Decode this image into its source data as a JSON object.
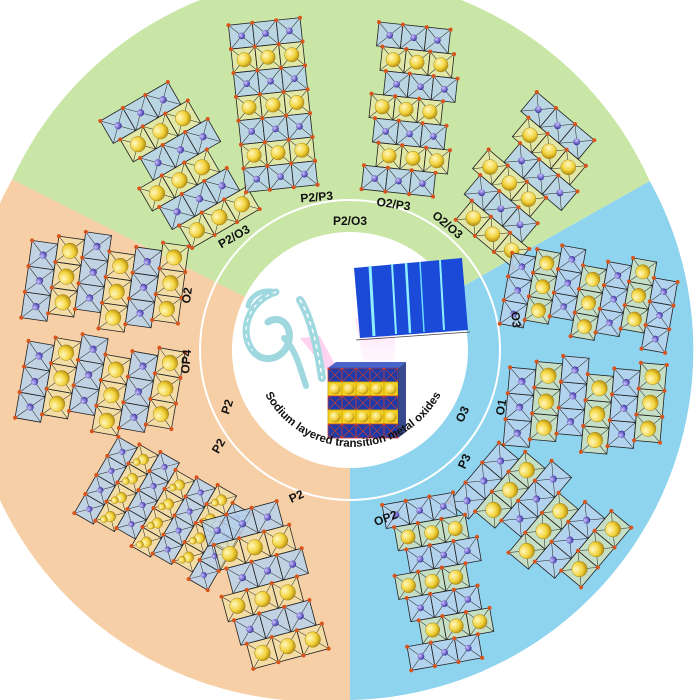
{
  "center_title": "Sodium layered transition metal oxides",
  "colors": {
    "green_sector": "#c9e6a6",
    "orange_sector": "#f7cfa6",
    "blue_sector": "#8fd4ee",
    "polyhedron_fill": "#b7d2ec",
    "polyhedron_edge": "#222222",
    "sodium_atom": "#f2d33b",
    "tm_atom": "#5b4fc4",
    "oxygen_atom": "#d8541c",
    "spectrum_bg": "#1b49d8",
    "spectrum_line": "#8ef0ff",
    "fiber": "#9fd8df"
  },
  "groups": {
    "green": "P2/O3",
    "orange": "P2",
    "blue": "O3"
  },
  "structures": {
    "green": [
      "P2/O3",
      "P2/P3",
      "O2/P3",
      "O2/O3"
    ],
    "orange": [
      "O2",
      "OP4",
      "P2",
      "P2"
    ],
    "blue": [
      "O3",
      "O1",
      "P3",
      "OP2"
    ]
  },
  "icons": [
    "fiber-coil-icon",
    "crystal-structure-icon",
    "spectrum-image-icon"
  ]
}
